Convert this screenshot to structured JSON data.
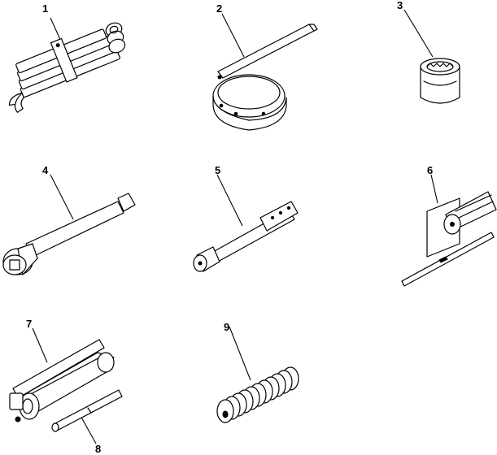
{
  "callouts": [
    {
      "id": "1",
      "label": "1"
    },
    {
      "id": "2",
      "label": "2"
    },
    {
      "id": "3",
      "label": "3"
    },
    {
      "id": "4",
      "label": "4"
    },
    {
      "id": "5",
      "label": "5"
    },
    {
      "id": "6",
      "label": "6"
    },
    {
      "id": "7",
      "label": "7"
    },
    {
      "id": "8",
      "label": "8"
    },
    {
      "id": "9",
      "label": "9"
    }
  ],
  "tools": [
    {
      "id": "1",
      "icon": "combination-wrench-set-icon"
    },
    {
      "id": "2",
      "icon": "oil-filter-wrench-icon"
    },
    {
      "id": "3",
      "icon": "socket-icon"
    },
    {
      "id": "4",
      "icon": "extension-bar-icon"
    },
    {
      "id": "5",
      "icon": "spark-plug-wrench-icon"
    },
    {
      "id": "6",
      "icon": "screwdriver-icon"
    },
    {
      "id": "7",
      "icon": "tool-pouch-icon"
    },
    {
      "id": "8",
      "icon": "pin-punch-icon"
    },
    {
      "id": "9",
      "icon": "coil-spring-icon"
    }
  ]
}
